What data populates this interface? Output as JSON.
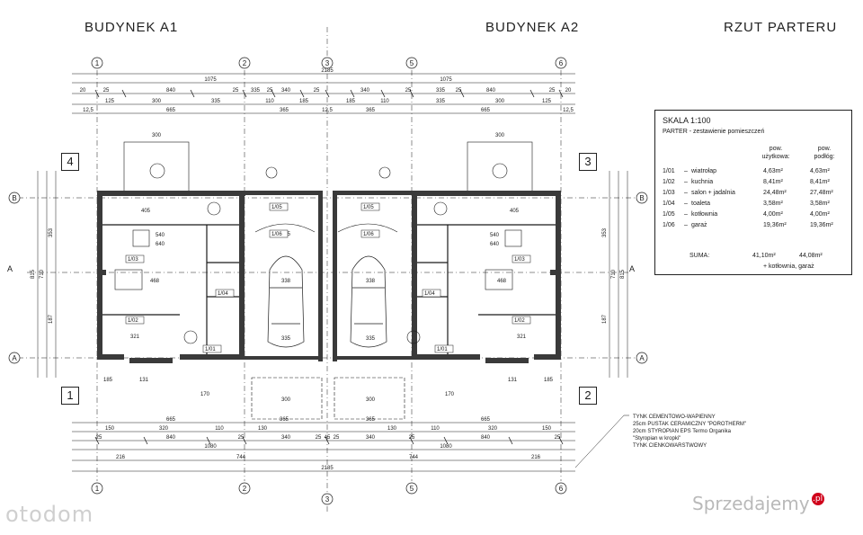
{
  "headers": {
    "building_a1": "BUDYNEK A1",
    "building_a2": "BUDYNEK A2",
    "plan_title": "RZUT PARTERU"
  },
  "section_numbers": [
    "4",
    "3",
    "1",
    "2"
  ],
  "axis_bubbles_top": [
    "1",
    "2",
    "3",
    "5",
    "6"
  ],
  "axis_bubbles_side": [
    "B",
    "A"
  ],
  "section_mark": "A",
  "dimensions_top": {
    "overall": "2185",
    "halves": [
      "1075",
      "1075"
    ],
    "row2": [
      "20",
      "25",
      "840",
      "25",
      "335",
      "25",
      "340",
      "25",
      "340",
      "25",
      "335",
      "25",
      "840",
      "25",
      "20"
    ],
    "row3": [
      "125",
      "300",
      "335",
      "110",
      "185",
      "185",
      "110",
      "335",
      "300",
      "125"
    ],
    "row4": [
      "12,5",
      "665",
      "365",
      "12,5",
      "365",
      "665",
      "12,5"
    ]
  },
  "dimensions_bottom": {
    "row1": [
      "665",
      "365",
      "365",
      "665"
    ],
    "row2": [
      "150",
      "320",
      "110",
      "130",
      "130",
      "110",
      "320",
      "150"
    ],
    "row3": [
      "25",
      "840",
      "25",
      "340",
      "25",
      "45",
      "25",
      "340",
      "25",
      "840",
      "25"
    ],
    "row4": [
      "1080",
      "1080"
    ],
    "row5": [
      "216",
      "744",
      "744",
      "216"
    ],
    "overall": "2185"
  },
  "legend": {
    "scale": "SKALA  1:100",
    "subtitle": "PARTER  -  zestawienie pomieszczeń",
    "col_net": "pow.\nużytkowa:",
    "col_floor": "pow.\npodłóg:",
    "rows": [
      {
        "no": "1/01",
        "name": "wiatrołap",
        "net": "4,63m²",
        "floor": "4,63m²"
      },
      {
        "no": "1/02",
        "name": "kuchnia",
        "net": "8,41m²",
        "floor": "8,41m²"
      },
      {
        "no": "1/03",
        "name": "salon + jadalnia",
        "net": "24,48m²",
        "floor": "27,48m²"
      },
      {
        "no": "1/04",
        "name": "toaleta",
        "net": "3,58m²",
        "floor": "3,58m²"
      },
      {
        "no": "1/05",
        "name": "kotłownia",
        "net": "4,00m²",
        "floor": "4,00m²"
      },
      {
        "no": "1/06",
        "name": "garaż",
        "net": "19,36m²",
        "floor": "19,36m²"
      }
    ],
    "sum_label": "SUMA:",
    "sum_net": "41,10m²",
    "sum_floor": "44,08m²",
    "sum_note": "+ kotłownia, garaż"
  },
  "wall_layers": [
    "TYNK CEMENTOWO-WAPIENNY",
    "25cm  PUSTAK CERAMICZNY \"POROTHERM\"",
    "20cm  STYROPIAN EPS Termo Organika",
    "\"Styropian w kropki\"",
    "TYNK CIENKOWARSTWOWY"
  ],
  "room_tags": [
    "1/05",
    "1/06",
    "1/03",
    "1/04",
    "1/02",
    "1/01",
    "1/05",
    "1/06",
    "1/03",
    "1/04",
    "1/02",
    "1/01"
  ],
  "dim_labels": {
    "front_300": "300",
    "width_540": "540",
    "width_640": "640",
    "width_405": "405",
    "width_468": "468",
    "width_321": "321",
    "width_185": "185",
    "width_131": "131",
    "width_170": "170",
    "side_815": "815",
    "side_710": "710",
    "side_353": "353",
    "side_187": "187",
    "garage_335": "335",
    "garage_338": "338"
  },
  "watermarks": {
    "left": "otodom",
    "right": "Sprzedajemy",
    "right_badge": ".pl"
  },
  "colors": {
    "line": "#1a1a1a",
    "wall_fill": "#3a3a3a",
    "badge_red": "#d0021b"
  }
}
